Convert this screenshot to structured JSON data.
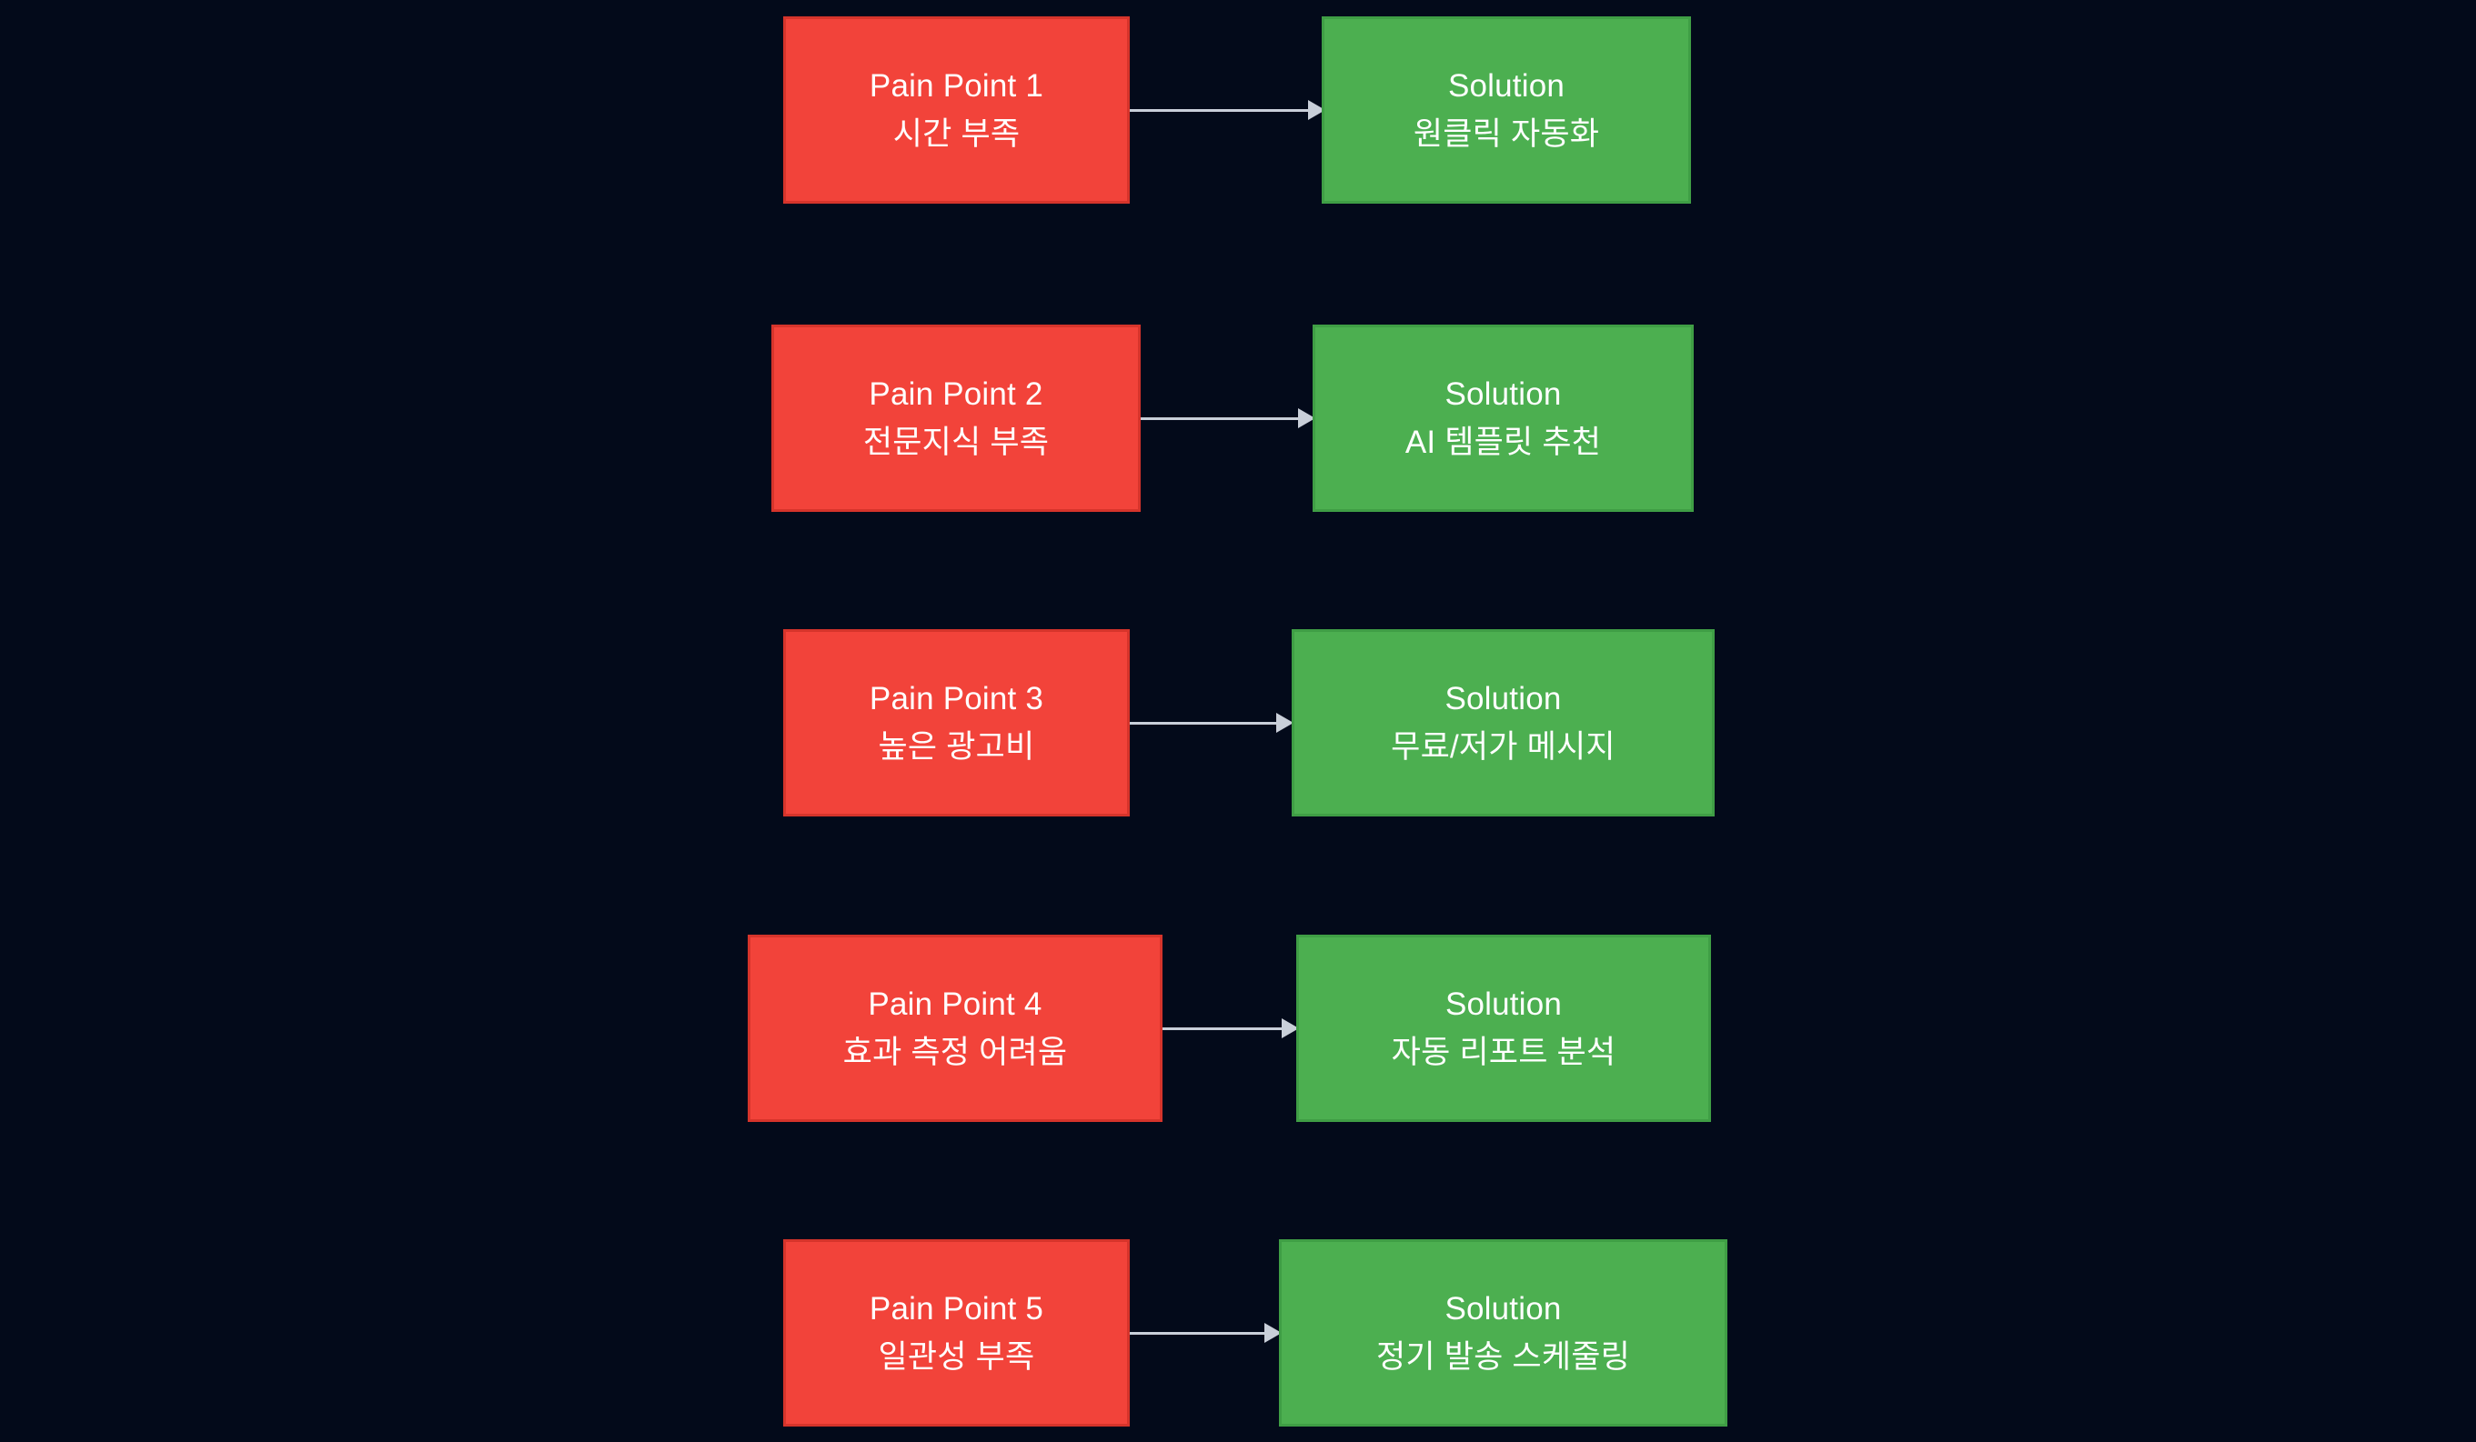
{
  "diagram": {
    "type": "flowchart",
    "orientation": "left-to-right",
    "background_color": "#030a1a",
    "pain_color": "#f2433a",
    "pain_border_color": "#d6342b",
    "solution_color": "#4caf50",
    "solution_border_color": "#3f9e45",
    "arrow_color": "#c9cfd9",
    "text_color": "#ffffff",
    "rows": [
      {
        "pain": {
          "title": "Pain Point 1",
          "desc": "시간 부족"
        },
        "solution": {
          "title": "Solution",
          "desc": "원클릭 자동화"
        },
        "arrow": "arrow-right"
      },
      {
        "pain": {
          "title": "Pain Point 2",
          "desc": "전문지식 부족"
        },
        "solution": {
          "title": "Solution",
          "desc": "AI 템플릿 추천"
        },
        "arrow": "arrow-right"
      },
      {
        "pain": {
          "title": "Pain Point 3",
          "desc": "높은 광고비"
        },
        "solution": {
          "title": "Solution",
          "desc": "무료/저가 메시지"
        },
        "arrow": "arrow-right"
      },
      {
        "pain": {
          "title": "Pain Point 4",
          "desc": "효과 측정 어려움"
        },
        "solution": {
          "title": "Solution",
          "desc": "자동 리포트 분석"
        },
        "arrow": "arrow-right"
      },
      {
        "pain": {
          "title": "Pain Point 5",
          "desc": "일관성 부족"
        },
        "solution": {
          "title": "Solution",
          "desc": "정기 발송 스케줄링"
        },
        "arrow": "arrow-right"
      }
    ]
  }
}
